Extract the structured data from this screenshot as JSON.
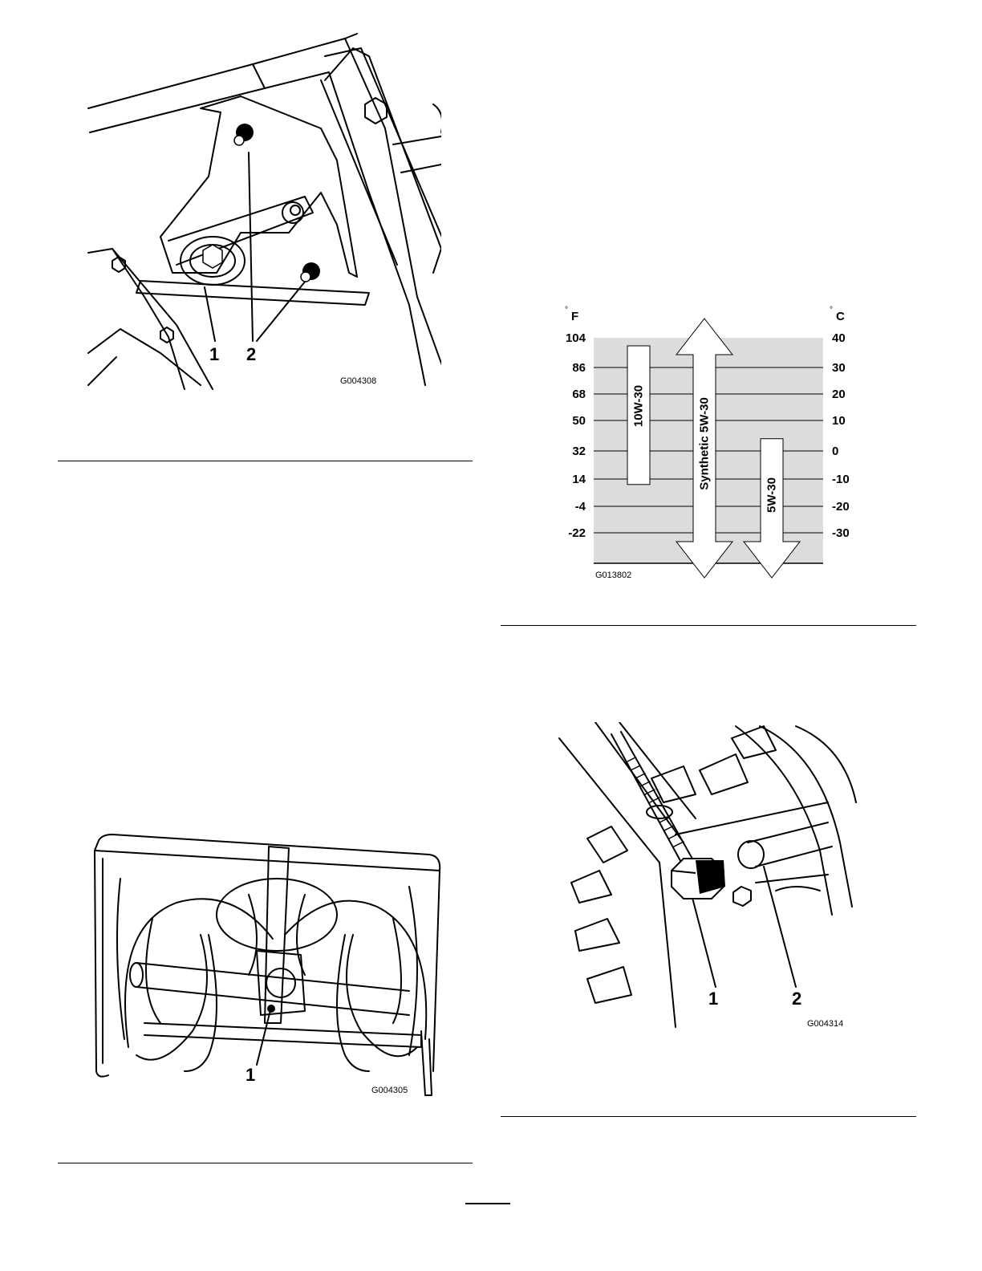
{
  "figure_a": {
    "code": "G004308",
    "callouts": [
      "1",
      "2"
    ]
  },
  "figure_b": {
    "code": "G004305",
    "callouts": [
      "1"
    ]
  },
  "figure_c": {
    "code": "G004314",
    "callouts": [
      "1",
      "2"
    ]
  },
  "oil_chart": {
    "code": "G013802",
    "f_unit": "F",
    "c_unit": "C",
    "degree_symbol": "°",
    "f_ticks": [
      "104",
      "86",
      "68",
      "50",
      "32",
      "14",
      "-4",
      "-22"
    ],
    "c_ticks": [
      "40",
      "30",
      "20",
      "10",
      "0",
      "-10",
      "-20",
      "-30"
    ],
    "oils": [
      "10W-30",
      "Synthetic 5W-30",
      "5W-30"
    ]
  },
  "chart_data": {
    "type": "bar",
    "ylabel_left": "°F",
    "ylabel_right": "°C",
    "ylim_f": [
      -22,
      104
    ],
    "ylim_c": [
      -30,
      40
    ],
    "series": [
      {
        "name": "10W-30",
        "range_c": [
          -12,
          40
        ]
      },
      {
        "name": "Synthetic 5W-30",
        "range_c": [
          -40,
          40
        ]
      },
      {
        "name": "5W-30",
        "range_c": [
          -40,
          4
        ]
      }
    ]
  }
}
